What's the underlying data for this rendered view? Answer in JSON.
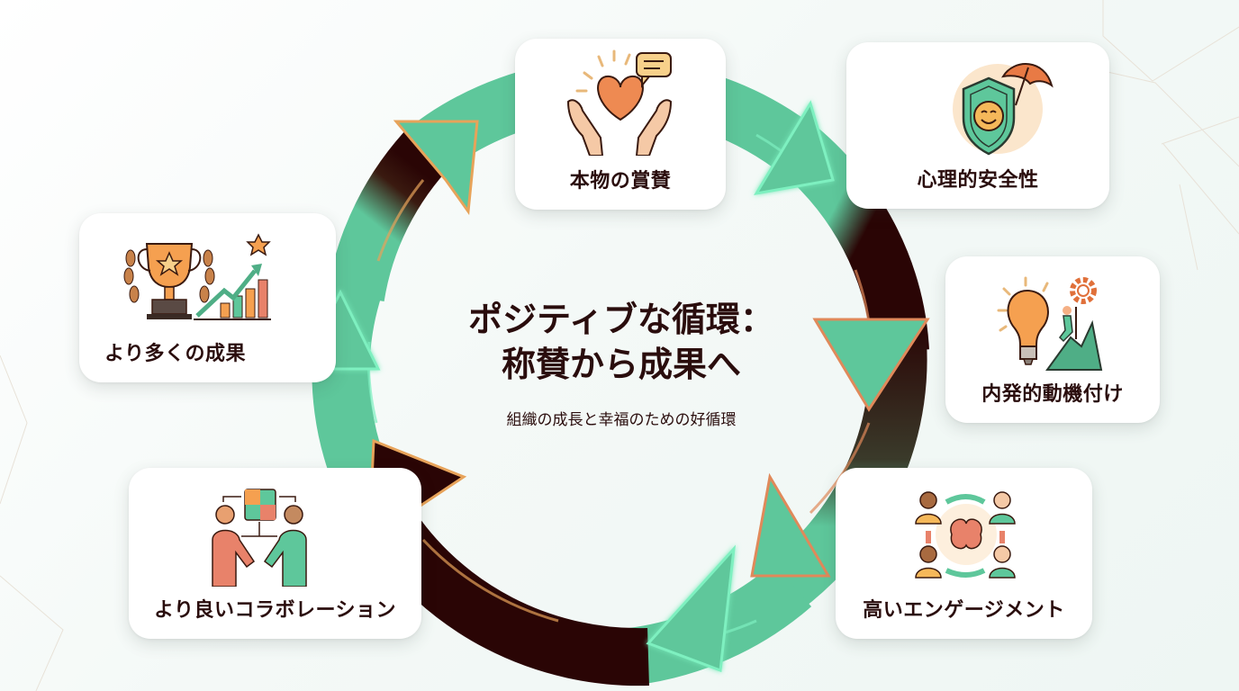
{
  "title": {
    "line1": "ポジティブな循環：",
    "line2": "称賛から成果へ"
  },
  "subtitle": "組織の成長と幸福のための好循環",
  "cycle_steps": [
    {
      "label": "本物の賞賛",
      "icon": "hands-heart-icon"
    },
    {
      "label": "心理的安全性",
      "icon": "shield-umbrella-icon"
    },
    {
      "label": "内発的動機付け",
      "icon": "lightbulb-climber-icon"
    },
    {
      "label": "高いエンゲージメント",
      "icon": "team-brain-cycle-icon"
    },
    {
      "label": "より良いコラボレーション",
      "icon": "handshake-puzzle-icon"
    },
    {
      "label": "より多くの成果",
      "icon": "trophy-growth-icon"
    }
  ],
  "colors": {
    "green": "#5ec79b",
    "green_glow": "#7ef0c0",
    "dark": "#2a0505",
    "orange_outline": "#e7a35a",
    "text": "#2a0d0d"
  }
}
